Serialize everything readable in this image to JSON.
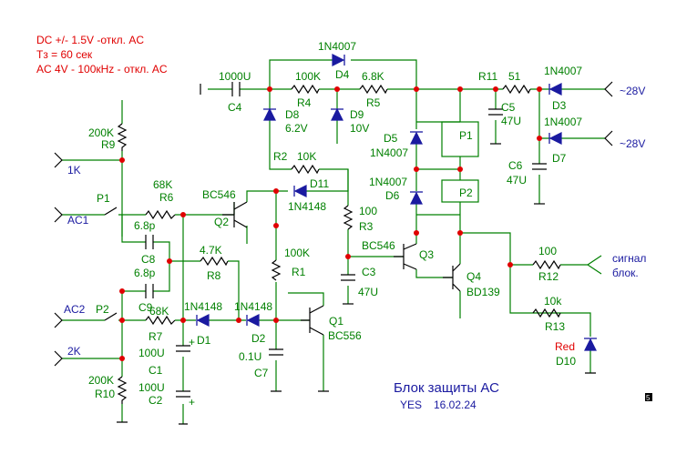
{
  "notes": [
    "DC +/- 1.5V -откл. AC",
    "Тз = 60 сек",
    "AC 4V - 100кHz - откл. AC"
  ],
  "title": "Блок защиты АС",
  "author": "YES",
  "date": "16.02.24",
  "corner_mark": "5",
  "inputs": {
    "k1": "1K",
    "ac1": "AC1",
    "ac2": "AC2",
    "k2": "2K",
    "v28_a": "~28V",
    "v28_b": "~28V",
    "signal_1": "сигнал",
    "signal_2": "блок."
  },
  "components": {
    "c4_value": "1000U",
    "c4": "C4",
    "r4_value": "100K",
    "r4": "R4",
    "d4_type": "1N4007",
    "d4": "D4",
    "r5_value": "6.8K",
    "r5": "R5",
    "r11": "R11",
    "r11_value": "51",
    "d3_type": "1N4007",
    "d3": "D3",
    "c5": "C5",
    "c5_value": "47U",
    "d7_type": "1N4007",
    "d7": "D7",
    "c6": "C6",
    "c6_value": "47U",
    "d8": "D8",
    "d8_value": "6.2V",
    "d9": "D9",
    "d9_value": "10V",
    "d5": "D5",
    "d5_type": "1N4007",
    "p1": "P1",
    "d6_type": "1N4007",
    "d6": "D6",
    "p2": "P2",
    "r9_value": "200K",
    "r9": "R9",
    "r2": "R2",
    "r2_value": "10K",
    "d11": "D11",
    "d11_type": "1N4148",
    "r3_value": "100",
    "r3": "R3",
    "r6_value": "68K",
    "r6": "R6",
    "q2_type": "BC546",
    "q2": "Q2",
    "sw1": "P1",
    "c8_value": "6.8p",
    "c8": "C8",
    "c9_value": "6.8p",
    "c9": "C9",
    "r8_value": "4.7K",
    "r8": "R8",
    "r1_value": "100K",
    "r1": "R1",
    "q3_type": "BC546",
    "q3": "Q3",
    "c3": "C3",
    "c3_value": "47U",
    "q4": "Q4",
    "q4_type": "BD139",
    "r12_value": "100",
    "r12": "R12",
    "r13_value": "10k",
    "r13": "R13",
    "d10_color": "Red",
    "d10": "D10",
    "sw2": "P2",
    "r7_value": "68K",
    "r7": "R7",
    "d1_type": "1N4148",
    "d1": "D1",
    "d2_type": "1N4148",
    "d2": "D2",
    "q1": "Q1",
    "q1_type": "BC556",
    "c1_value": "100U",
    "c1": "C1",
    "c2_value": "100U",
    "c2": "C2",
    "c7_value": "0.1U",
    "c7": "C7",
    "r10_value": "200K",
    "r10": "R10"
  }
}
